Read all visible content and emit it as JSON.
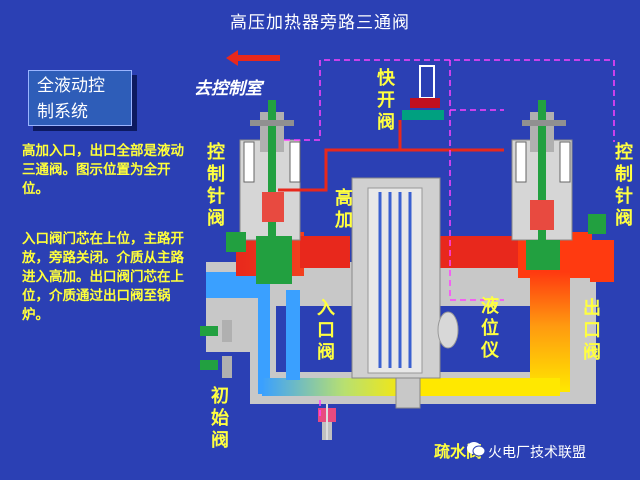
{
  "title": "高压加热器旁路三通阀",
  "system_box": {
    "line1": "全液动控",
    "line2": "制系统"
  },
  "description": {
    "para1": "高加入口，出口全部是液动三通阀。图示位置为全开位。",
    "para2": "入口阀门芯在上位，主路开放，旁路关闭。介质从主路进入高加。出口阀门芯在上位，介质通过出口阀至锅炉。"
  },
  "labels": {
    "to_control_room": "去控制室",
    "quick_open_valve": "快开阀",
    "control_needle_left": "控制针阀",
    "control_needle_right": "控制针阀",
    "hp_heater": "高加",
    "inlet_valve": "入口阀",
    "level_gauge": "液位仪",
    "outlet_valve": "出口阀",
    "initial_valve": "初始阀",
    "drain_valve": "疏水阀"
  },
  "watermark": "火电厂技术联盟",
  "colors": {
    "background": "#2b40b4",
    "hot_red": "#e8281c",
    "hot_orange": "#ff8a10",
    "hot_yellow": "#ffe800",
    "cold_blue": "#3aa0ff",
    "body_gray": "#c8c8c8",
    "label_yellow": "#ffff40",
    "control_line_magenta": "#ff40ff"
  }
}
